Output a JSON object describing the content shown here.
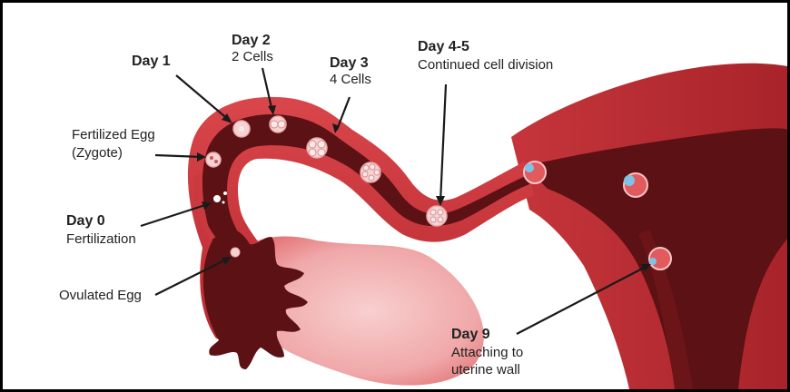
{
  "labels": {
    "day1": "Day 1",
    "day2": "Day 2",
    "day2_sub": "2 Cells",
    "day3": "Day 3",
    "day3_sub": "4 Cells",
    "day45": "Day 4-5",
    "day45_sub": "Continued cell division",
    "fertilized_1": "Fertilized Egg",
    "fertilized_2": "(Zygote)",
    "day0": "Day 0",
    "day0_sub": "Fertilization",
    "ovulated": "Ovulated Egg",
    "day9": "Day 9",
    "day9_sub1": "Attaching to",
    "day9_sub2": "uterine wall"
  },
  "colors": {
    "tissue_outer": "#c83a3f",
    "tissue_dark": "#5c1114",
    "ovary": "#f3b6b6",
    "cell": "#f6d3d3",
    "blastocyst_blue": "#7ec3e6",
    "arrow": "#1a1a1a"
  }
}
